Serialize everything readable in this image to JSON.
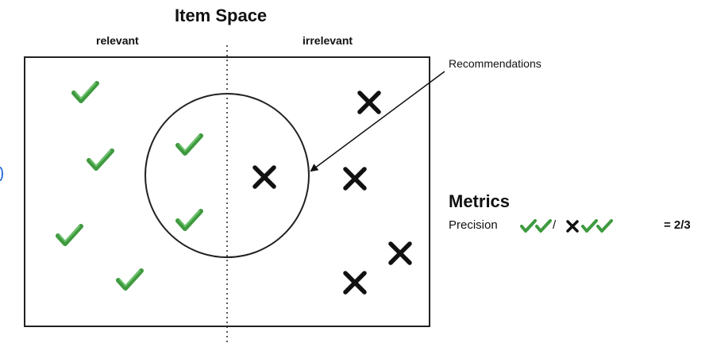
{
  "title": "Item Space",
  "regions": {
    "left_label": "relevant",
    "right_label": "irrelevant"
  },
  "callout": {
    "label": "Recommendations"
  },
  "metrics": {
    "heading": "Metrics",
    "precision_label": "Precision",
    "numerator_marks": [
      "check",
      "check"
    ],
    "slash": "/",
    "denominator_marks": [
      "cross",
      "check",
      "check"
    ],
    "value": "= 2/3"
  },
  "items": {
    "relevant_outside": 4,
    "relevant_inside_recommendations": 2,
    "irrelevant_inside_recommendations": 1,
    "irrelevant_outside": 4
  },
  "colors": {
    "check": "#3f9a3f",
    "check_highlight": "#6cc26c",
    "cross": "#111111",
    "outline": "#222222"
  }
}
